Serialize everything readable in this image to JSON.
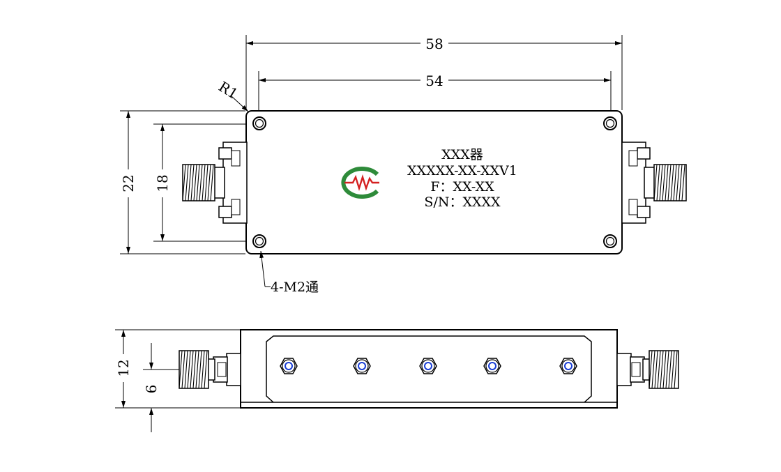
{
  "dimensions": {
    "width_outer": "58",
    "width_holes": "54",
    "height_outer": "22",
    "height_holes": "18",
    "corner_radius": "R1",
    "holes": "4-M2通",
    "side_height": "12",
    "connector_center": "6"
  },
  "label": {
    "name": "XXX器",
    "model": "XXXXX-XX-XXV1",
    "freq": "F：XX-XX",
    "serial": "S/N：XXXX"
  },
  "colors": {
    "logo_green": "#2e8b3a",
    "logo_red": "#d42020",
    "screw_blue": "#1a3fd6"
  }
}
